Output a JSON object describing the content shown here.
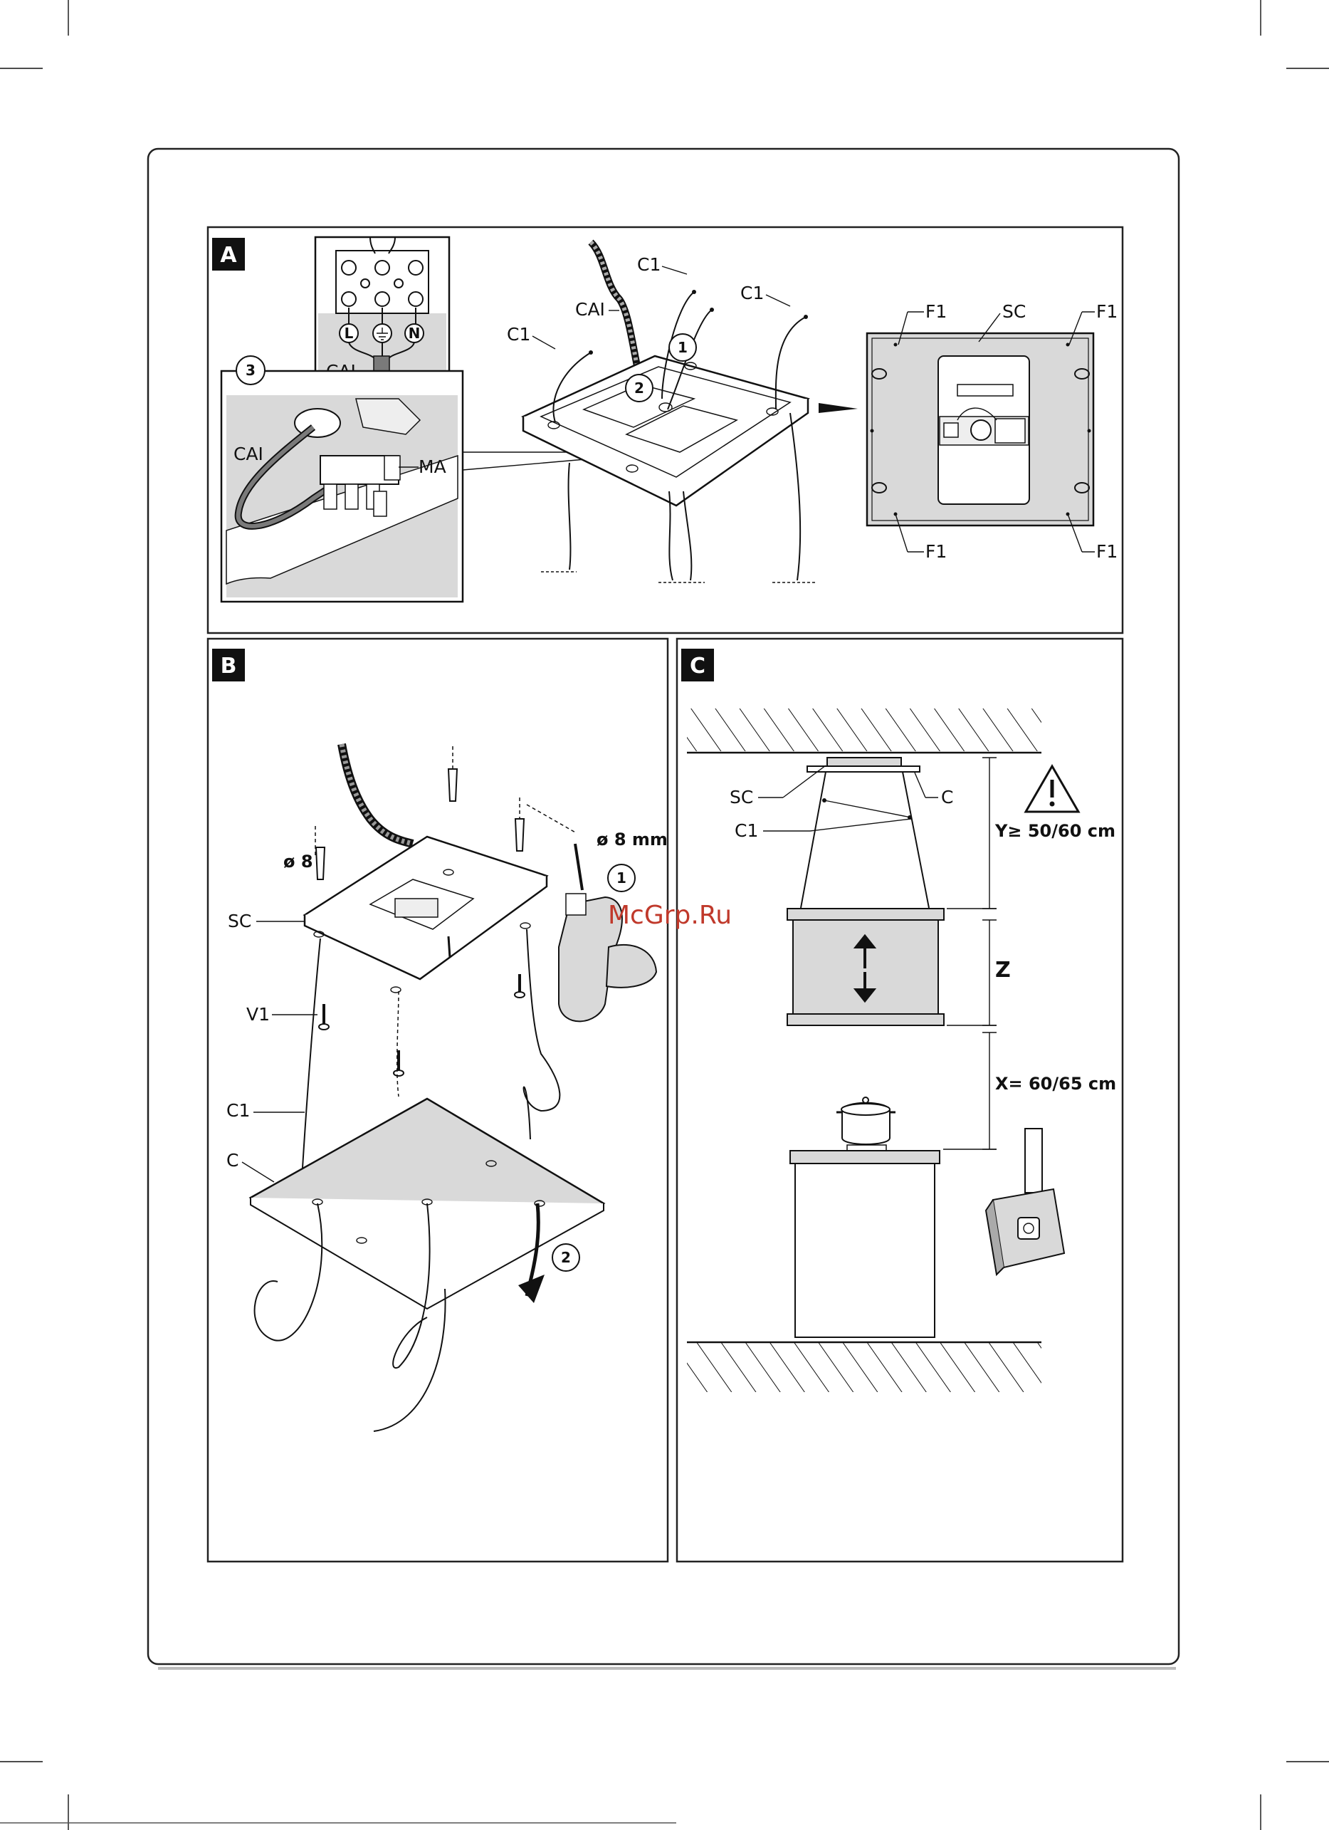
{
  "colors": {
    "ink": "#111111",
    "panel_gray": "#d9d9d9",
    "dark_gray": "#7a7a7a",
    "watermark": "#c0392b"
  },
  "watermark": "McGrp.Ru",
  "panel_a": {
    "badge": "A",
    "labels": {
      "c1": "C1",
      "cai": "CAI",
      "ma": "MA",
      "f1": "F1",
      "sc": "SC",
      "l": "L",
      "n": "N"
    },
    "steps": [
      "1",
      "2",
      "3"
    ]
  },
  "panel_b": {
    "badge": "B",
    "labels": {
      "sc": "SC",
      "v1": "V1",
      "c1": "C1",
      "c": "C",
      "dia8": "ø 8",
      "dia8mm": "ø 8 mm"
    },
    "steps": [
      "1",
      "2"
    ]
  },
  "panel_c": {
    "badge": "C",
    "labels": {
      "sc": "SC",
      "c": "C",
      "c1": "C1",
      "y": "Y≥ 50/60 cm",
      "z": "Z",
      "x": "X= 60/65 cm"
    },
    "warning_icon": "warning-triangle-icon"
  }
}
